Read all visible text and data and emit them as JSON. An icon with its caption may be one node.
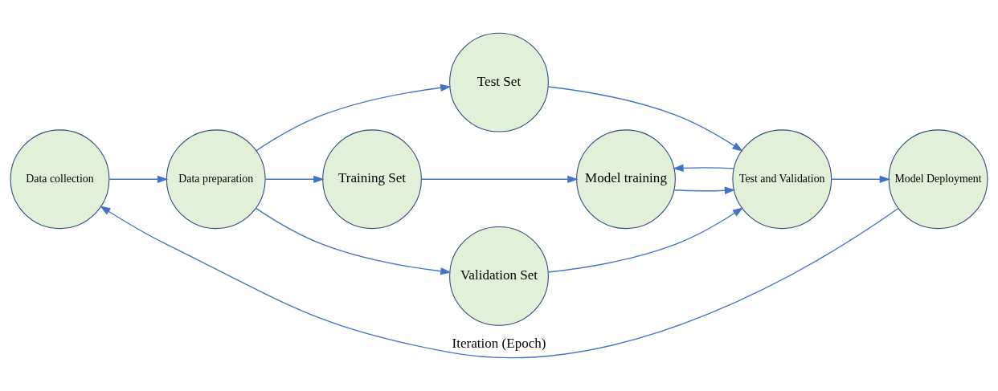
{
  "diagram": {
    "nodes": [
      {
        "text": [
          "Data collection"
        ]
      },
      {
        "text": [
          "Data preparation"
        ]
      },
      {
        "text": [
          "Test Set"
        ]
      },
      {
        "text": [
          "Training Set"
        ]
      },
      {
        "text": [
          "Validation Set"
        ]
      },
      {
        "text": [
          "Model training"
        ]
      },
      {
        "text": [
          "Test and Validation"
        ]
      },
      {
        "text": [
          "Model Deployment"
        ]
      }
    ],
    "edges": [
      {
        "from": 0,
        "to": 1,
        "arrow": "to"
      },
      {
        "from": 1,
        "to": 2,
        "arrow": "to"
      },
      {
        "from": 1,
        "to": 3,
        "arrow": "to"
      },
      {
        "from": 1,
        "to": 4,
        "arrow": "to"
      },
      {
        "from": 3,
        "to": 5,
        "arrow": "to"
      },
      {
        "from": 2,
        "to": 6,
        "arrow": "to"
      },
      {
        "from": 4,
        "to": 6,
        "arrow": "to"
      },
      {
        "from": 5,
        "to": 6,
        "arrow": "to"
      },
      {
        "from": 6,
        "to": 5,
        "arrow": "to"
      },
      {
        "from": 6,
        "to": 7,
        "arrow": "to"
      },
      {
        "from": 7,
        "to": 0,
        "arrow": "to",
        "label": "Iteration (Epoch)"
      }
    ]
  }
}
